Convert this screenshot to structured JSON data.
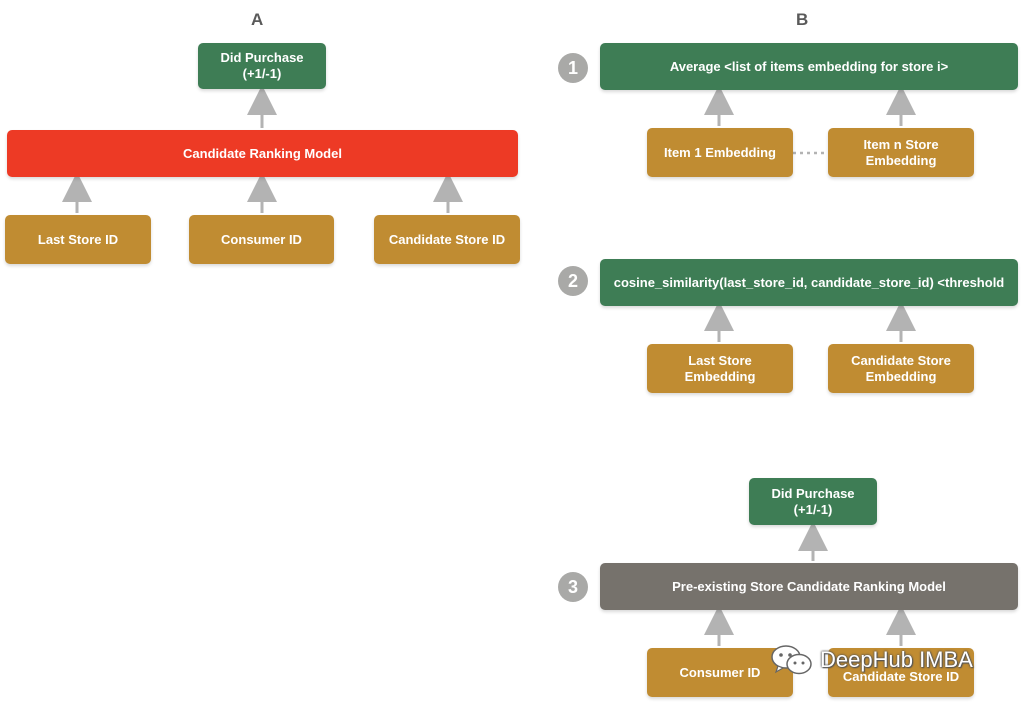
{
  "panels": {
    "a_label": "A",
    "b_label": "B"
  },
  "panel_a": {
    "output": "Did Purchase\n(+1/-1)",
    "model": "Candidate Ranking Model",
    "inputs": [
      "Last Store ID",
      "Consumer ID",
      "Candidate Store ID"
    ]
  },
  "panel_b": {
    "step1": {
      "number": "1",
      "output": "Average <list of items embedding for store i>",
      "inputs": [
        "Item 1 Embedding",
        "Item n Store\nEmbedding"
      ]
    },
    "step2": {
      "number": "2",
      "output": "cosine_similarity(last_store_id, candidate_store_id) <threshold",
      "inputs": [
        "Last Store\nEmbedding",
        "Candidate Store\nEmbedding"
      ]
    },
    "step3": {
      "number": "3",
      "output": "Did Purchase\n(+1/-1)",
      "model": "Pre-existing Store Candidate Ranking Model",
      "inputs": [
        "Consumer ID",
        "Candidate Store ID"
      ]
    }
  },
  "watermark": {
    "text": "DeepHub IMBA",
    "icon": "wechat-icon"
  },
  "colors": {
    "green": "#3e7d55",
    "red": "#ed3a25",
    "gold": "#c08c32",
    "gray": "#76726c",
    "arrow": "#b3b3b3",
    "badge": "#a9a9a7"
  }
}
